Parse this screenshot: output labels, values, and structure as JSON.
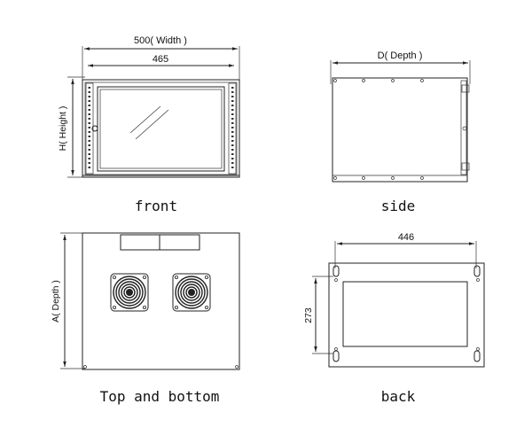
{
  "views": {
    "front": {
      "label": "front",
      "overall_width": "500( Width )",
      "inner_width": "465",
      "height": "H( Height )"
    },
    "side": {
      "label": "side",
      "depth": "D( Depth )"
    },
    "top": {
      "label": "Top and bottom",
      "depth": "A( Depth )"
    },
    "back": {
      "label": "back",
      "hole_spacing": "446",
      "vertical_spacing": "273"
    }
  }
}
